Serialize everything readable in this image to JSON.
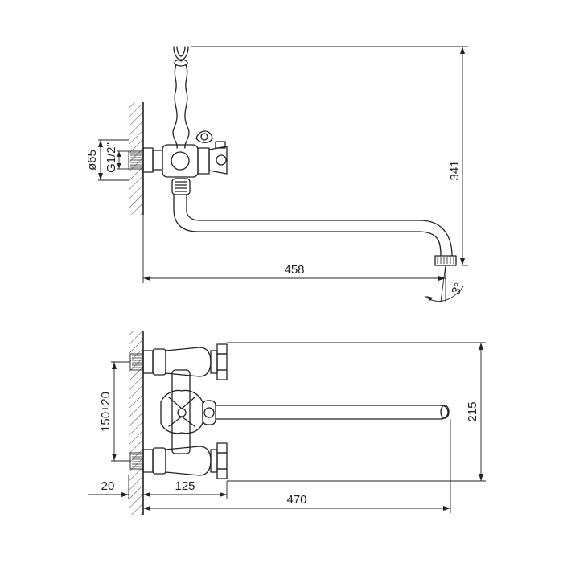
{
  "dimensions": {
    "diameter": "ø65",
    "thread": "G1/2\"",
    "height": "341",
    "spout_length": "458",
    "spout_angle": "3°",
    "axis_spacing": "150±20",
    "total_depth": "215",
    "wall_offset": "20",
    "mount_depth": "125",
    "total_length": "470"
  }
}
